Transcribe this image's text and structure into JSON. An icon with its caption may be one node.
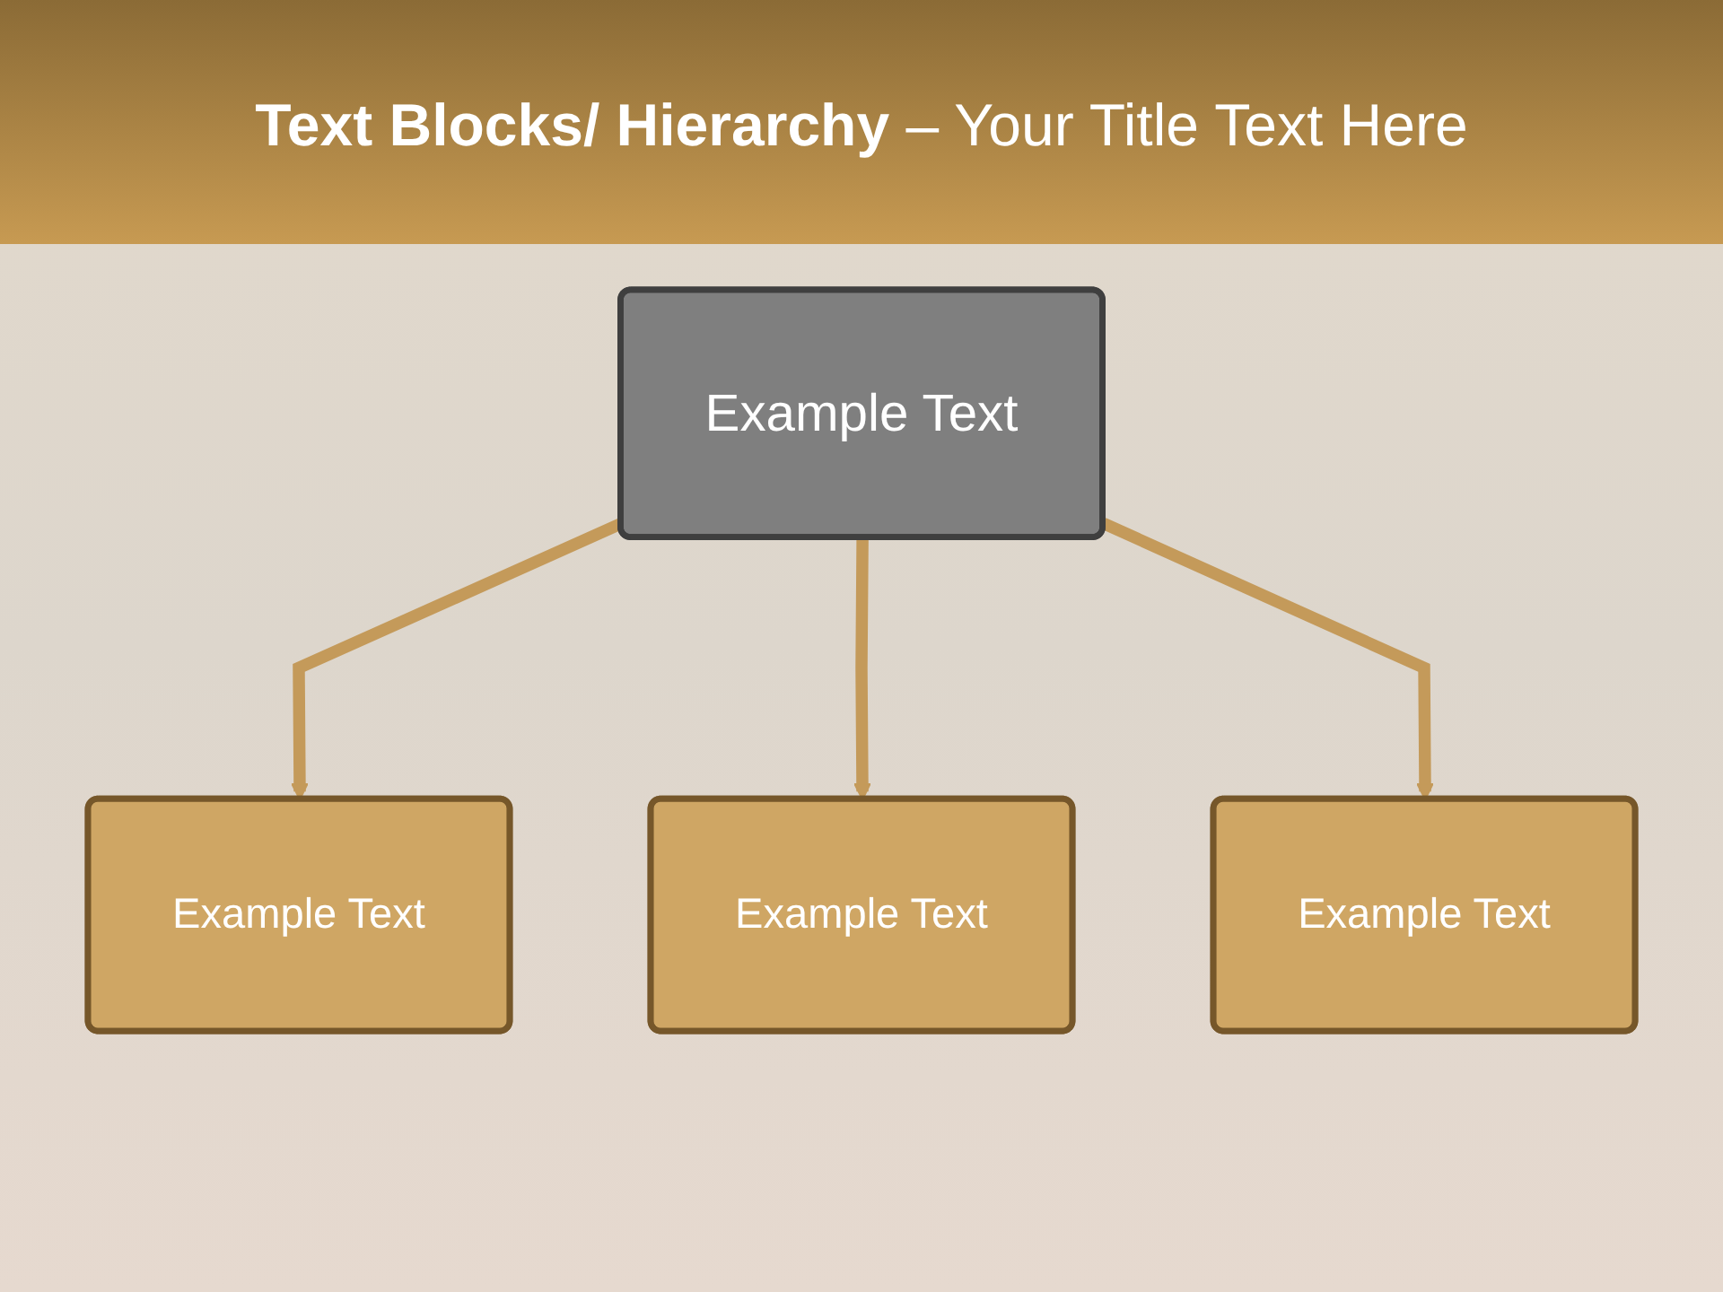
{
  "diagram": {
    "title": "**Text Blocks/ Hierarchy** – Your Title Text Here",
    "nodes": [
      {
        "text": [
          "Example Text"
        ]
      },
      {
        "text": [
          "Example Text"
        ]
      },
      {
        "text": [
          "Example Text"
        ]
      },
      {
        "text": [
          "Example Text"
        ]
      }
    ],
    "edges": [
      {
        "from": 0,
        "to": 1,
        "arrow": "to"
      },
      {
        "from": 0,
        "to": 2,
        "arrow": "to"
      },
      {
        "from": 0,
        "to": 3,
        "arrow": "to"
      }
    ]
  }
}
